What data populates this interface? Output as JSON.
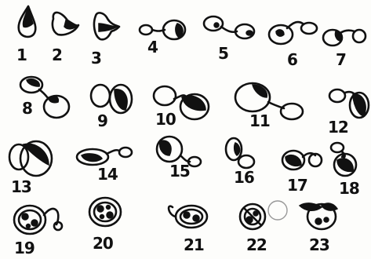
{
  "figures": [
    {
      "id": "fig-1",
      "label": "1"
    },
    {
      "id": "fig-2",
      "label": "2"
    },
    {
      "id": "fig-3",
      "label": "3"
    },
    {
      "id": "fig-4",
      "label": "4"
    },
    {
      "id": "fig-5",
      "label": "5"
    },
    {
      "id": "fig-6",
      "label": "6"
    },
    {
      "id": "fig-7",
      "label": "7"
    },
    {
      "id": "fig-8",
      "label": "8"
    },
    {
      "id": "fig-9",
      "label": "9"
    },
    {
      "id": "fig-10",
      "label": "10"
    },
    {
      "id": "fig-11",
      "label": "11"
    },
    {
      "id": "fig-12",
      "label": "12"
    },
    {
      "id": "fig-13",
      "label": "13"
    },
    {
      "id": "fig-14",
      "label": "14"
    },
    {
      "id": "fig-15",
      "label": "15"
    },
    {
      "id": "fig-16",
      "label": "16"
    },
    {
      "id": "fig-17",
      "label": "17"
    },
    {
      "id": "fig-18",
      "label": "18"
    },
    {
      "id": "fig-19",
      "label": "19"
    },
    {
      "id": "fig-20",
      "label": "20"
    },
    {
      "id": "fig-21",
      "label": "21"
    },
    {
      "id": "fig-22",
      "label": "22"
    },
    {
      "id": "fig-23",
      "label": "23"
    }
  ]
}
